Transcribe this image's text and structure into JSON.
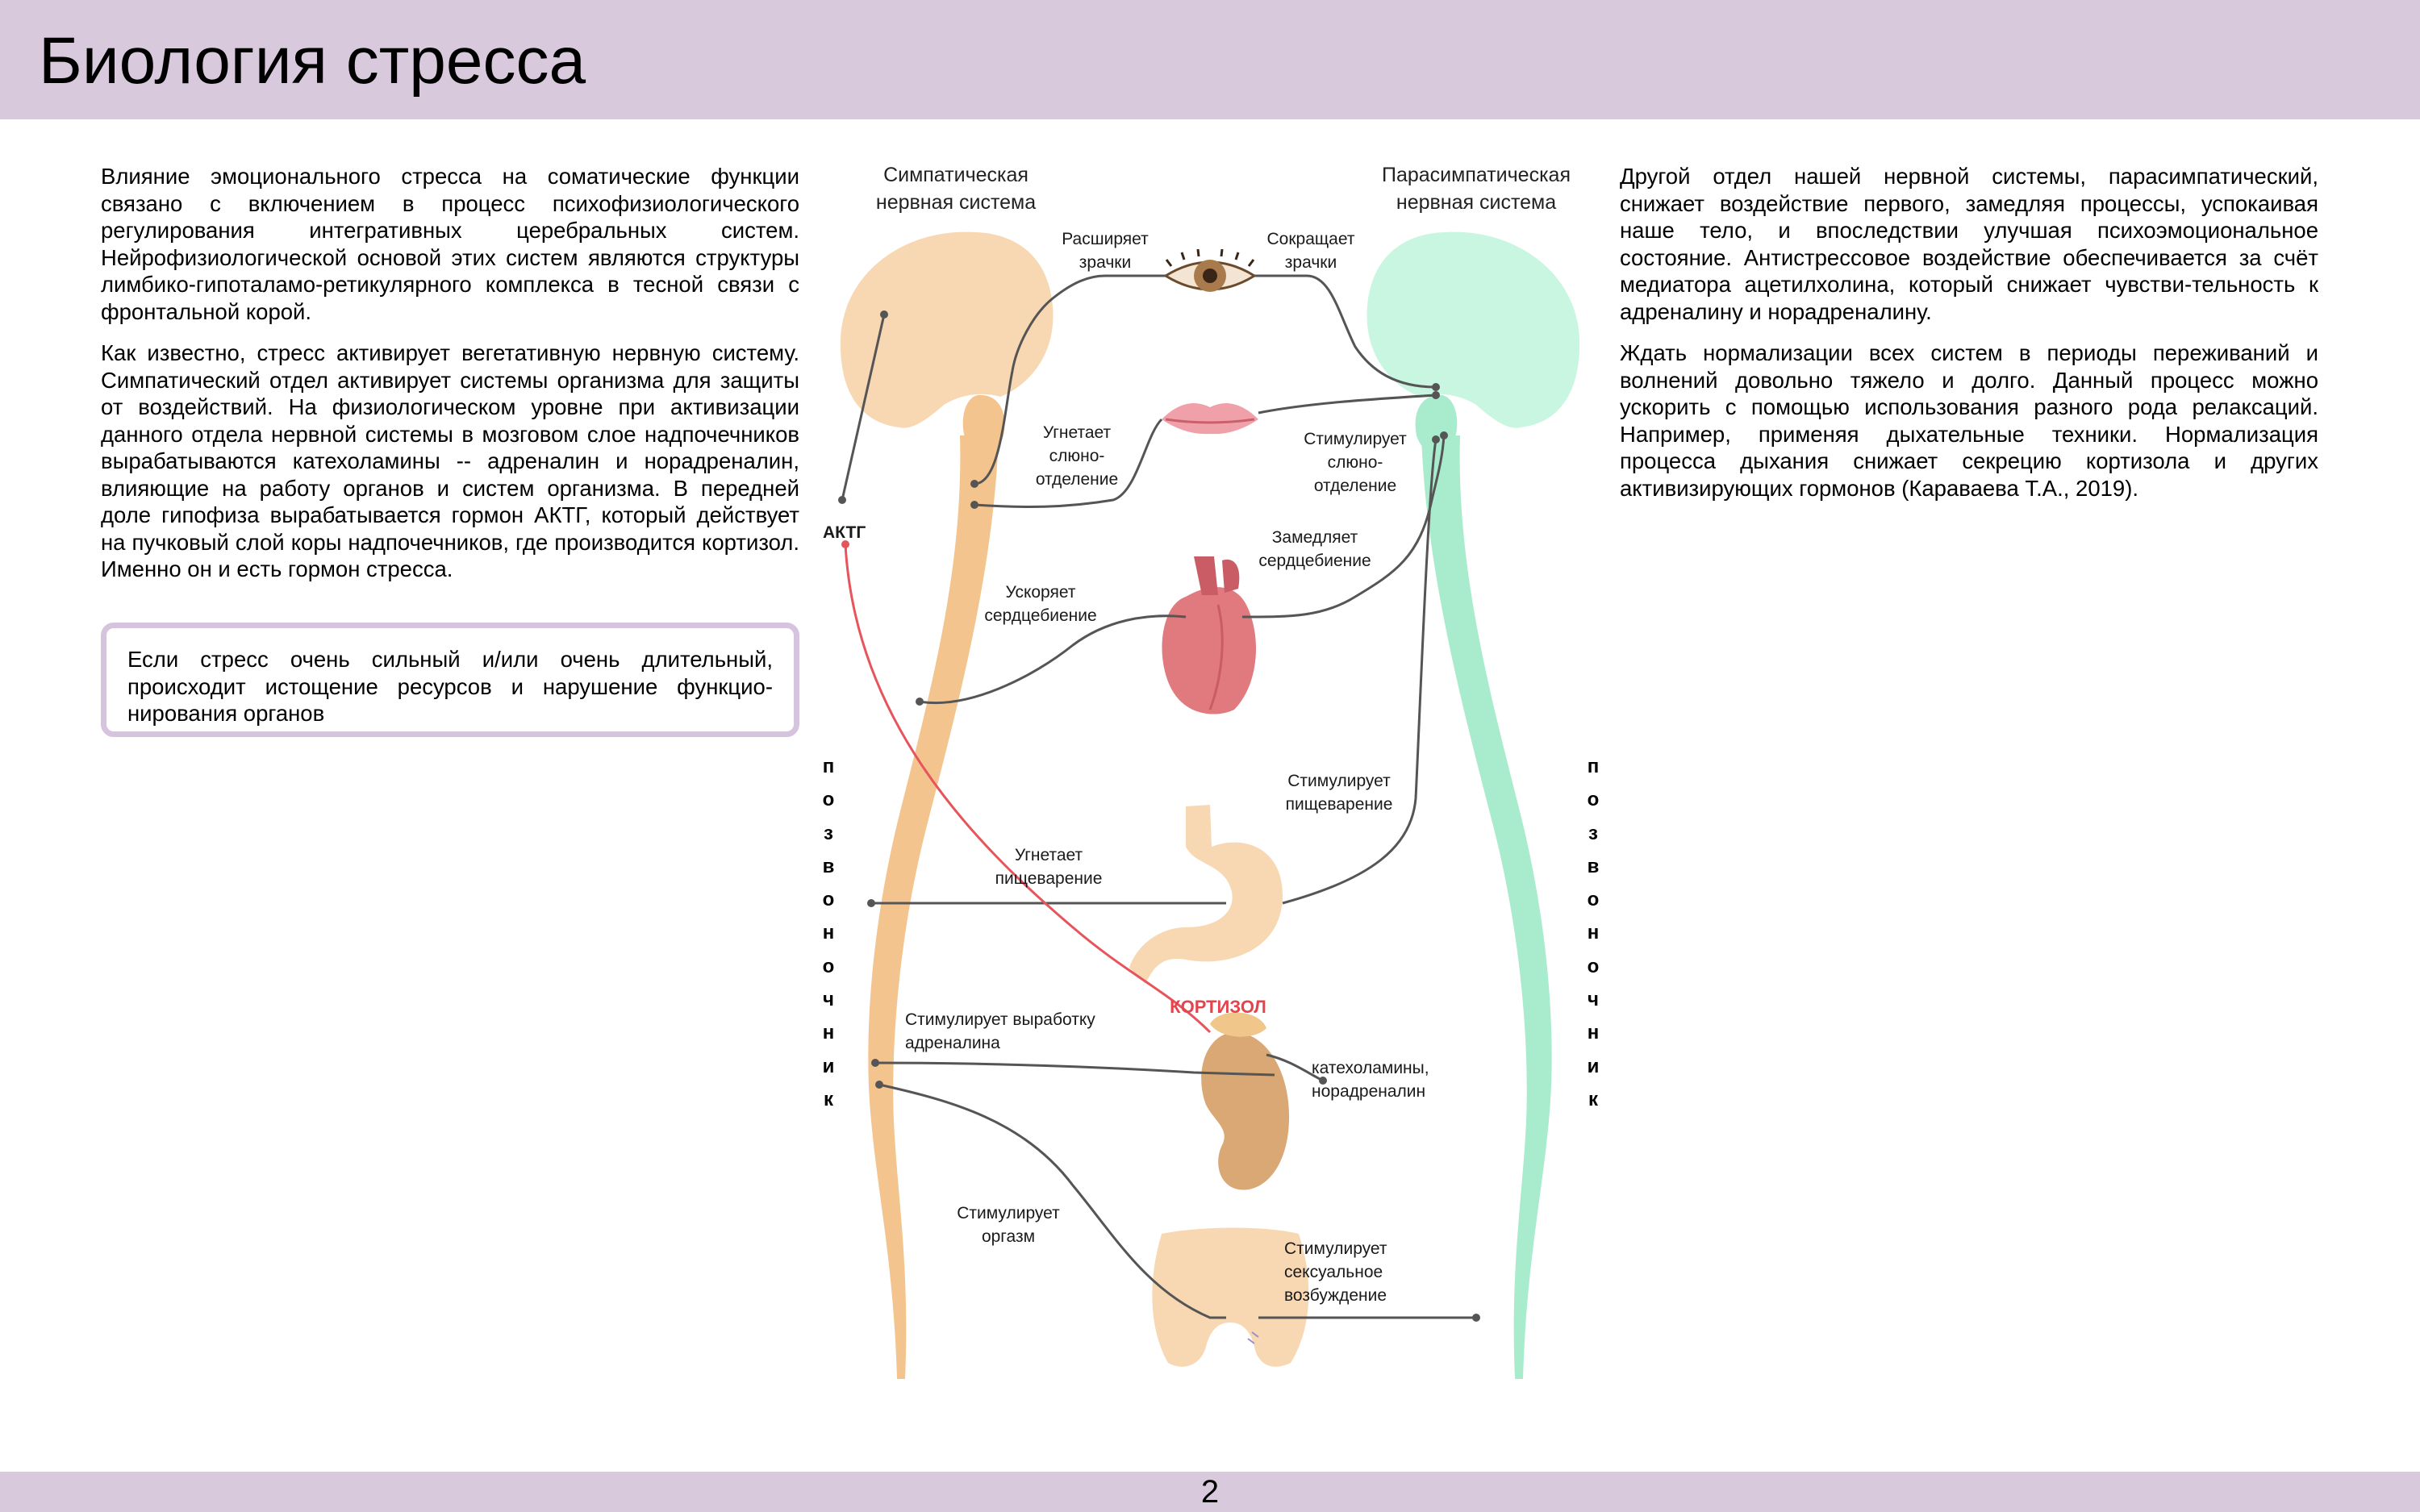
{
  "header": {
    "title": "Биология стресса"
  },
  "left_text": {
    "p1": "Влияние эмоционального стресса на соматические функции связано с включением в процесс психофизиологического регулирования интегративных церебральных систем. Нейрофизиологической основой этих систем являются структуры лимбико-гипоталамо-ретикулярного комплекса в тесной связи с фронтальной корой.",
    "p2": "Как известно, стресс активирует вегетативную нервную систему. Симпатический отдел активирует системы организма для защиты от воздействий. На физиологическом уровне при активизации данного отдела нервной системы в мозговом слое надпочечников вырабатываются катехоламины -- адреналин и норадреналин, влияющие на работу органов и систем организма. В передней доле гипофиза вырабатывается гормон АКТГ, который действует на пучковый слой коры надпочечников, где производится кортизол. Именно он и есть гормон стресса."
  },
  "callout": {
    "text": "Если стресс очень сильный и/или очень длительный, происходит истощение ресурсов и нарушение функцио-нирования органов"
  },
  "right_text": {
    "p1": "Другой отдел нашей нервной системы, парасимпатический, снижает воздействие первого, замедляя процессы, успокаивая наше тело, и впоследствии улучшая психоэмоциональное состояние. Антистрессовое воздействие обеспечивается за счёт медиатора ацетилхолина, который снижает чувстви-тельность к адреналину и норадреналину.",
    "p2": "Ждать нормализации всех систем в периоды переживаний и волнений довольно тяжело и долго. Данный процесс можно ускорить с помощью использования разного рода релаксаций. Например, применяя дыхательные техники. Нормализация процесса дыхания снижает секрецию кортизола и других активизирующих гормонов (Караваева Т.А., 2019)."
  },
  "diagram": {
    "sympathetic_title_1": "Симпатическая",
    "sympathetic_title_2": "нервная система",
    "parasympathetic_title_1": "Парасимпатическая",
    "parasympathetic_title_2": "нервная система",
    "labels": {
      "dilates_1": "Расширяет",
      "dilates_2": "зрачки",
      "constricts_1": "Сокращает",
      "constricts_2": "зрачки",
      "inhibits_saliva_1": "Угнетает",
      "inhibits_saliva_2": "слюно-",
      "inhibits_saliva_3": "отделение",
      "stim_saliva_1": "Стимулирует",
      "stim_saliva_2": "слюно-",
      "stim_saliva_3": "отделение",
      "actg": "АКТГ",
      "slows_heart_1": "Замедляет",
      "slows_heart_2": "сердцебиение",
      "speeds_heart_1": "Ускоряет",
      "speeds_heart_2": "сердцебиение",
      "stim_digest_1": "Стимулирует",
      "stim_digest_2": "пищеварение",
      "inhibits_digest_1": "Угнетает",
      "inhibits_digest_2": "пищеварение",
      "cortisol": "КОРТИЗОЛ",
      "stim_adrenaline_1": "Стимулирует выработку",
      "stim_adrenaline_2": "адреналина",
      "catecholamines_1": "катехоламины,",
      "catecholamines_2": "норадреналин",
      "stim_orgasm_1": "Стимулирует",
      "stim_orgasm_2": "оргазм",
      "stim_arousal_1": "Стимулирует",
      "stim_arousal_2": "сексуальное",
      "stim_arousal_3": "возбуждение"
    },
    "spine_left": [
      "п",
      "о",
      "з",
      "в",
      "о",
      "н",
      "о",
      "ч",
      "н",
      "и",
      "к"
    ],
    "spine_right": [
      "п",
      "о",
      "з",
      "в",
      "о",
      "н",
      "о",
      "ч",
      "н",
      "и",
      "к"
    ],
    "colors": {
      "sympathetic": "#f8d3a9",
      "parasympathetic": "#c7f5df",
      "cortisol_line": "#e6555c",
      "accent": "#d9c9dd"
    }
  },
  "footer": {
    "page_number": "2"
  }
}
